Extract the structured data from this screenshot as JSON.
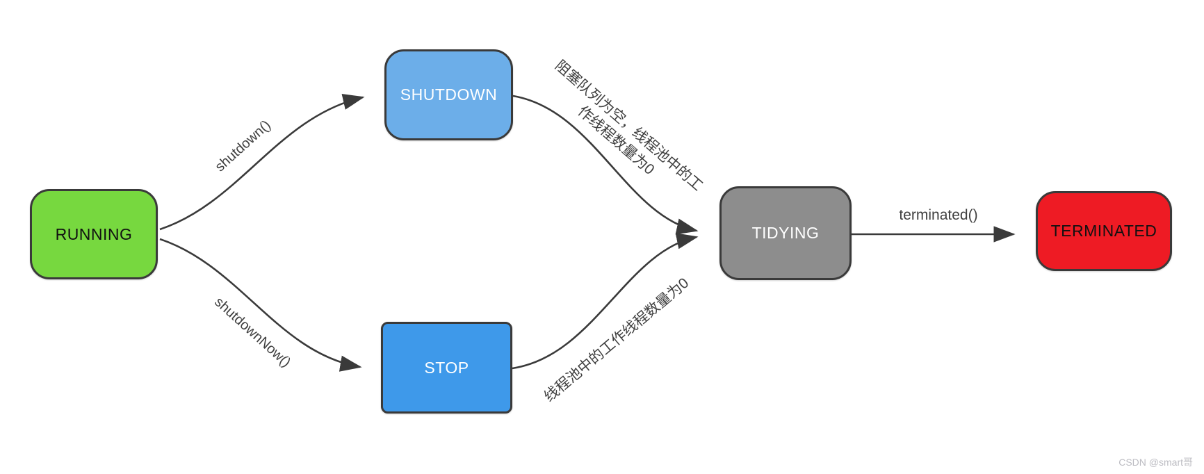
{
  "diagram": {
    "type": "state-transition-diagram",
    "nodes": [
      {
        "label": "RUNNING",
        "fill": "#77d83f",
        "text_color": "#111111"
      },
      {
        "label": "SHUTDOWN",
        "fill": "#6caee9",
        "text_color": "#ffffff"
      },
      {
        "label": "STOP",
        "fill": "#3e99ea",
        "text_color": "#ffffff"
      },
      {
        "label": "TIDYING",
        "fill": "#8d8d8d",
        "text_color": "#ffffff"
      },
      {
        "label": "TERMINATED",
        "fill": "#ee1b24",
        "text_color": "#111111"
      }
    ],
    "edges": [
      {
        "from": "RUNNING",
        "to": "SHUTDOWN",
        "label": "shutdown()"
      },
      {
        "from": "RUNNING",
        "to": "STOP",
        "label": "shutdownNow()"
      },
      {
        "from": "SHUTDOWN",
        "to": "TIDYING",
        "label": "阻塞队列为空，线程池中的工作线程数量为0",
        "label_line1": "阻塞队列为空，线程池中的工",
        "label_line2": "作线程数量为0"
      },
      {
        "from": "STOP",
        "to": "TIDYING",
        "label": "线程池中的工作线程数量为0"
      },
      {
        "from": "TIDYING",
        "to": "TERMINATED",
        "label": "terminated()"
      }
    ],
    "arrow_color": "#3a3a3a",
    "watermark": "CSDN @smart哥"
  }
}
